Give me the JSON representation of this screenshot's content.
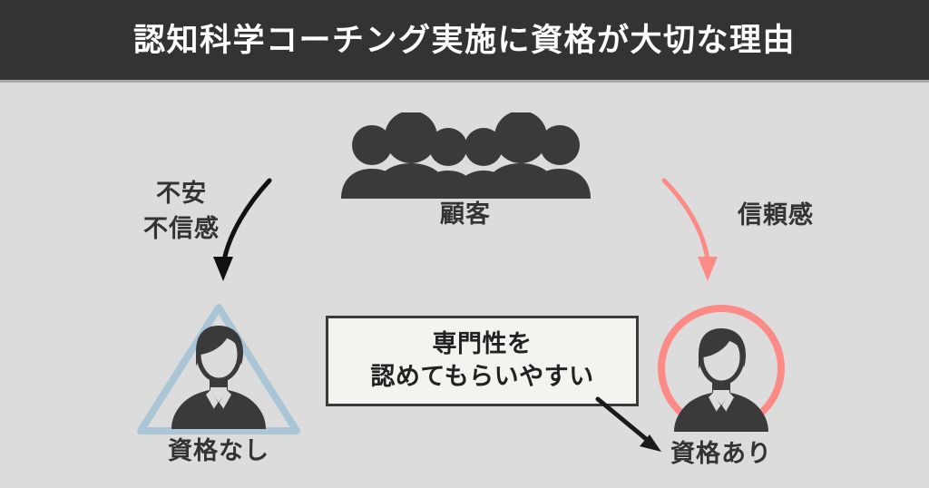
{
  "header": {
    "title": "認知科学コーチング実施に資格が大切な理由",
    "background_color": "#333333",
    "text_color": "#ffffff"
  },
  "canvas": {
    "background_color": "#dcdcdc"
  },
  "customers": {
    "label": "顧客",
    "icon": "people-group-icon",
    "icon_color": "#3a3a3a"
  },
  "left_branch": {
    "emotion_label_line1": "不安",
    "emotion_label_line2": "不信感",
    "arrow": "curved-arrow-down-left-dark",
    "arrow_color": "#111111",
    "person_label": "資格なし",
    "shape": "triangle-outline",
    "shape_color": "#a9c5d6",
    "person_icon": "business-person-icon",
    "person_color": "#3a3a3a"
  },
  "right_branch": {
    "emotion_label": "信頼感",
    "arrow": "curved-arrow-down-left-pink",
    "arrow_color": "#fc8b87",
    "person_label": "資格あり",
    "shape": "circle-outline",
    "shape_color": "#fc8b87",
    "person_icon": "business-person-icon",
    "person_color": "#3a3a3a"
  },
  "callout": {
    "line1": "専門性を",
    "line2": "認めてもらいやすい",
    "background_color": "#f4f3ef",
    "border_color": "#3a3a3a",
    "text_color": "#222222",
    "connector_arrow": "straight-arrow-down-right",
    "connector_color": "#1a1a1a"
  }
}
